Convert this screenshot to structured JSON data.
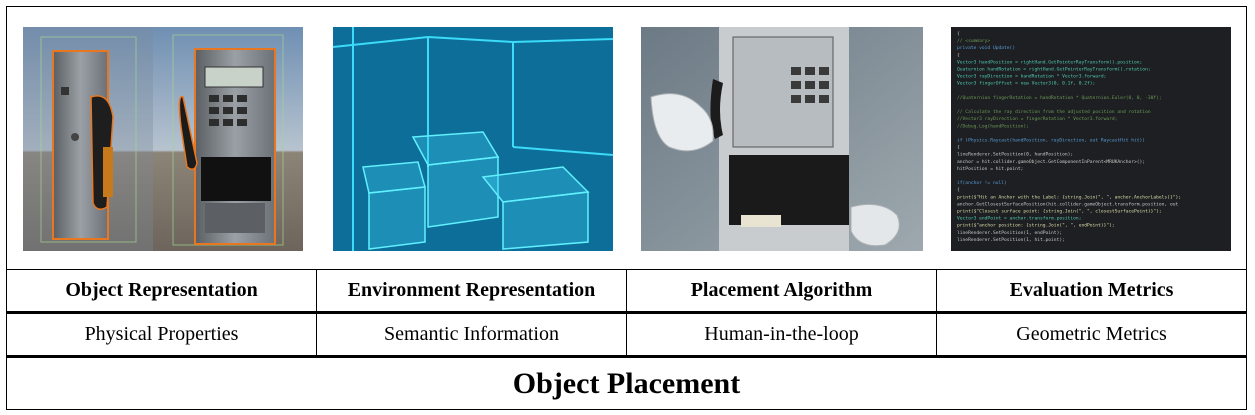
{
  "columns": [
    {
      "header": "Object Representation",
      "property": "Physical Properties"
    },
    {
      "header": "Environment Representation",
      "property": "Semantic Information"
    },
    {
      "header": "Placement Algorithm",
      "property": "Human-in-the-loop"
    },
    {
      "header": "Evaluation Metrics",
      "property": "Geometric Metrics"
    }
  ],
  "footer": {
    "title": "Object Placement"
  },
  "code_panel": {
    "lines": [
      "{",
      "  // <summary>",
      "  private void Update()",
      "  {",
      "    Vector3 handPosition = rightHand.GetPointerRayTransform().position;",
      "    Quaternion handRotation = rightHand.GetPointerRayTransform().rotation;",
      "    Vector3 rayDirection = handRotation * Vector3.forward;",
      "    Vector3 fingerOffset = new Vector3(0, 0.1f, 0.2f);",
      "",
      "    //Quaternion fingerRotation = handRotation * Quaternion.Euler(0, 0, -30f);",
      "",
      "    // Calculate the ray direction from the adjusted position and rotation",
      "    //Vector3 rayDirection = fingerRotation * Vector3.forward;",
      "    //Debug.Log(handPosition);",
      "",
      "    if (Physics.Raycast(handPosition, rayDirection, out RaycastHit hit))",
      "    {",
      "      lineRenderer.SetPosition(0, handPosition);",
      "      anchor = hit.collider.gameObject.GetComponentInParent<MRUKAnchor>();",
      "      hitPosition = hit.point;",
      "",
      "      if(anchor != null)",
      "      {",
      "        print($\"Hit an Anchor with the Label: {string.Join(\", \", anchor.AnchorLabels)}\");",
      "        anchor.GetClosestSurfacePosition(hit.collider.gameObject.transform.position, out",
      "        print($\"Closest surface point: {string.Join(\", \", closestSurfacePoint)}\");",
      "        Vector3 endPoint = anchor.transform.position;",
      "        print($\"anchor position: {string.Join(\", \", endPoint)}\");",
      "        lineRenderer.SetPosition(1, endPoint);",
      "        lineRenderer.SetPosition(1, hit.point);"
    ]
  }
}
